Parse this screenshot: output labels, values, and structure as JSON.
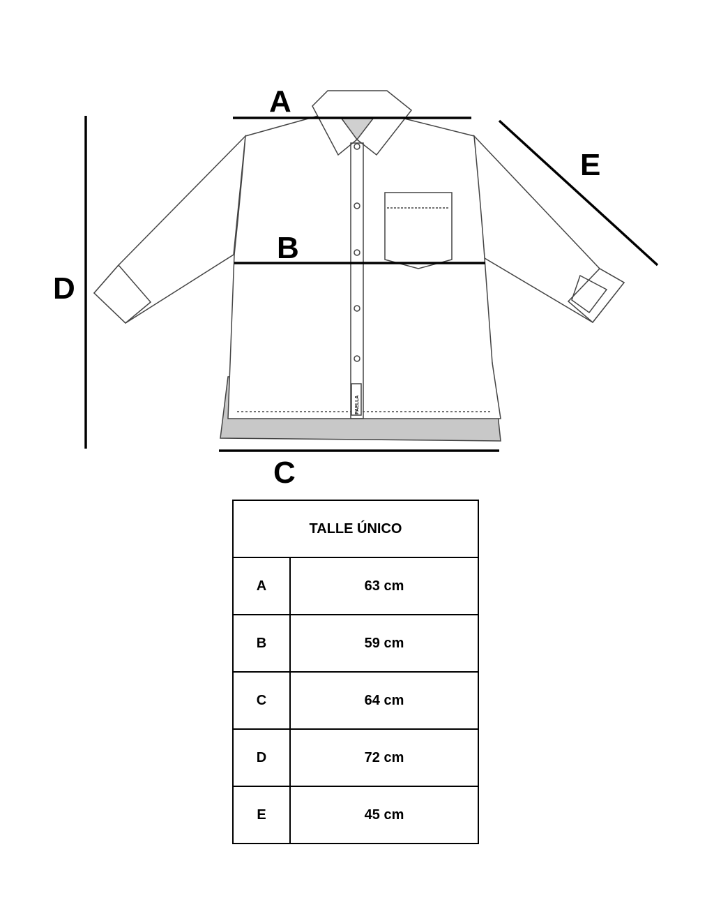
{
  "labels": {
    "a": "A",
    "b": "B",
    "c": "C",
    "d": "D",
    "e": "E"
  },
  "garment_tag": "PAELLA",
  "table": {
    "title": "TALLE ÚNICO",
    "rows": [
      {
        "key": "A",
        "value": "63 cm"
      },
      {
        "key": "B",
        "value": "59 cm"
      },
      {
        "key": "C",
        "value": "64 cm"
      },
      {
        "key": "D",
        "value": "72 cm"
      },
      {
        "key": "E",
        "value": "45 cm"
      }
    ]
  }
}
